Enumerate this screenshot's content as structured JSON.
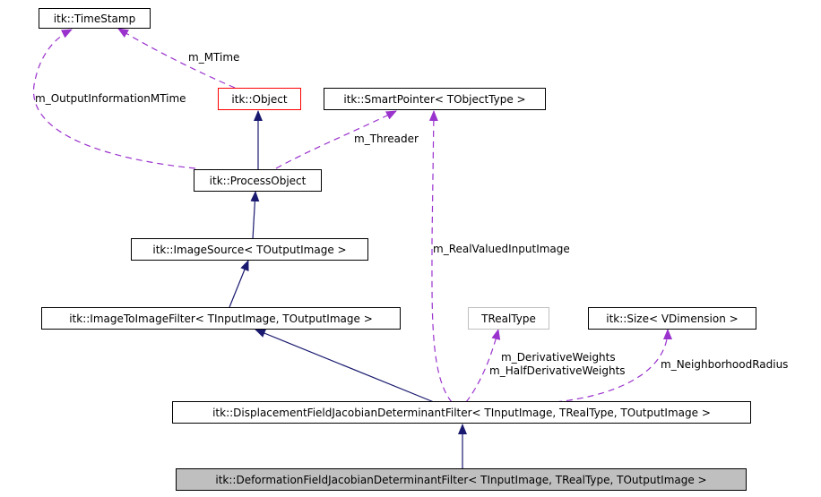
{
  "nodes": {
    "timestamp": "itk::TimeStamp",
    "object": "itk::Object",
    "smartpointer": "itk::SmartPointer< TObjectType >",
    "processobject": "itk::ProcessObject",
    "imagesource": "itk::ImageSource< TOutputImage >",
    "imagetoimage": "itk::ImageToImageFilter< TInputImage, TOutputImage >",
    "trealtype": "TRealType",
    "size": "itk::Size< VDimension >",
    "displacement": "itk::DisplacementFieldJacobianDeterminantFilter< TInputImage, TRealType, TOutputImage >",
    "deformation": "itk::DeformationFieldJacobianDeterminantFilter< TInputImage, TRealType, TOutputImage >"
  },
  "edge_labels": {
    "m_mtime": "m_MTime",
    "m_output_info_mtime": "m_OutputInformationMTime",
    "m_threader": "m_Threader",
    "m_real_valued_input_image": "m_RealValuedInputImage",
    "m_derivative_weights": "m_DerivativeWeights",
    "m_half_derivative_weights": "m_HalfDerivativeWeights",
    "m_neighborhood_radius": "m_NeighborhoodRadius"
  },
  "colors": {
    "inheritance": "#191970",
    "usage": "#9a32cd",
    "highlight_border": "#ff0000",
    "template_border": "#bfbfbf",
    "current_fill": "#bfbfbf"
  }
}
